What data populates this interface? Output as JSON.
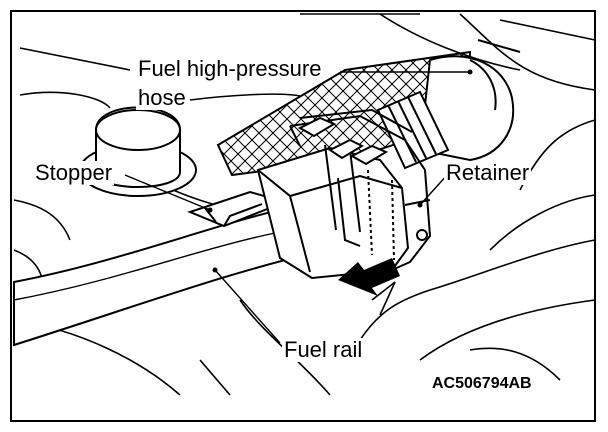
{
  "labels": {
    "hose_line1": "Fuel high-pressure",
    "hose_line2": "hose",
    "stopper": "Stopper",
    "retainer": "Retainer",
    "fuel_rail": "Fuel rail"
  },
  "figure_code": "AC506794AB",
  "colors": {
    "ink": "#000000",
    "paper": "#ffffff"
  }
}
